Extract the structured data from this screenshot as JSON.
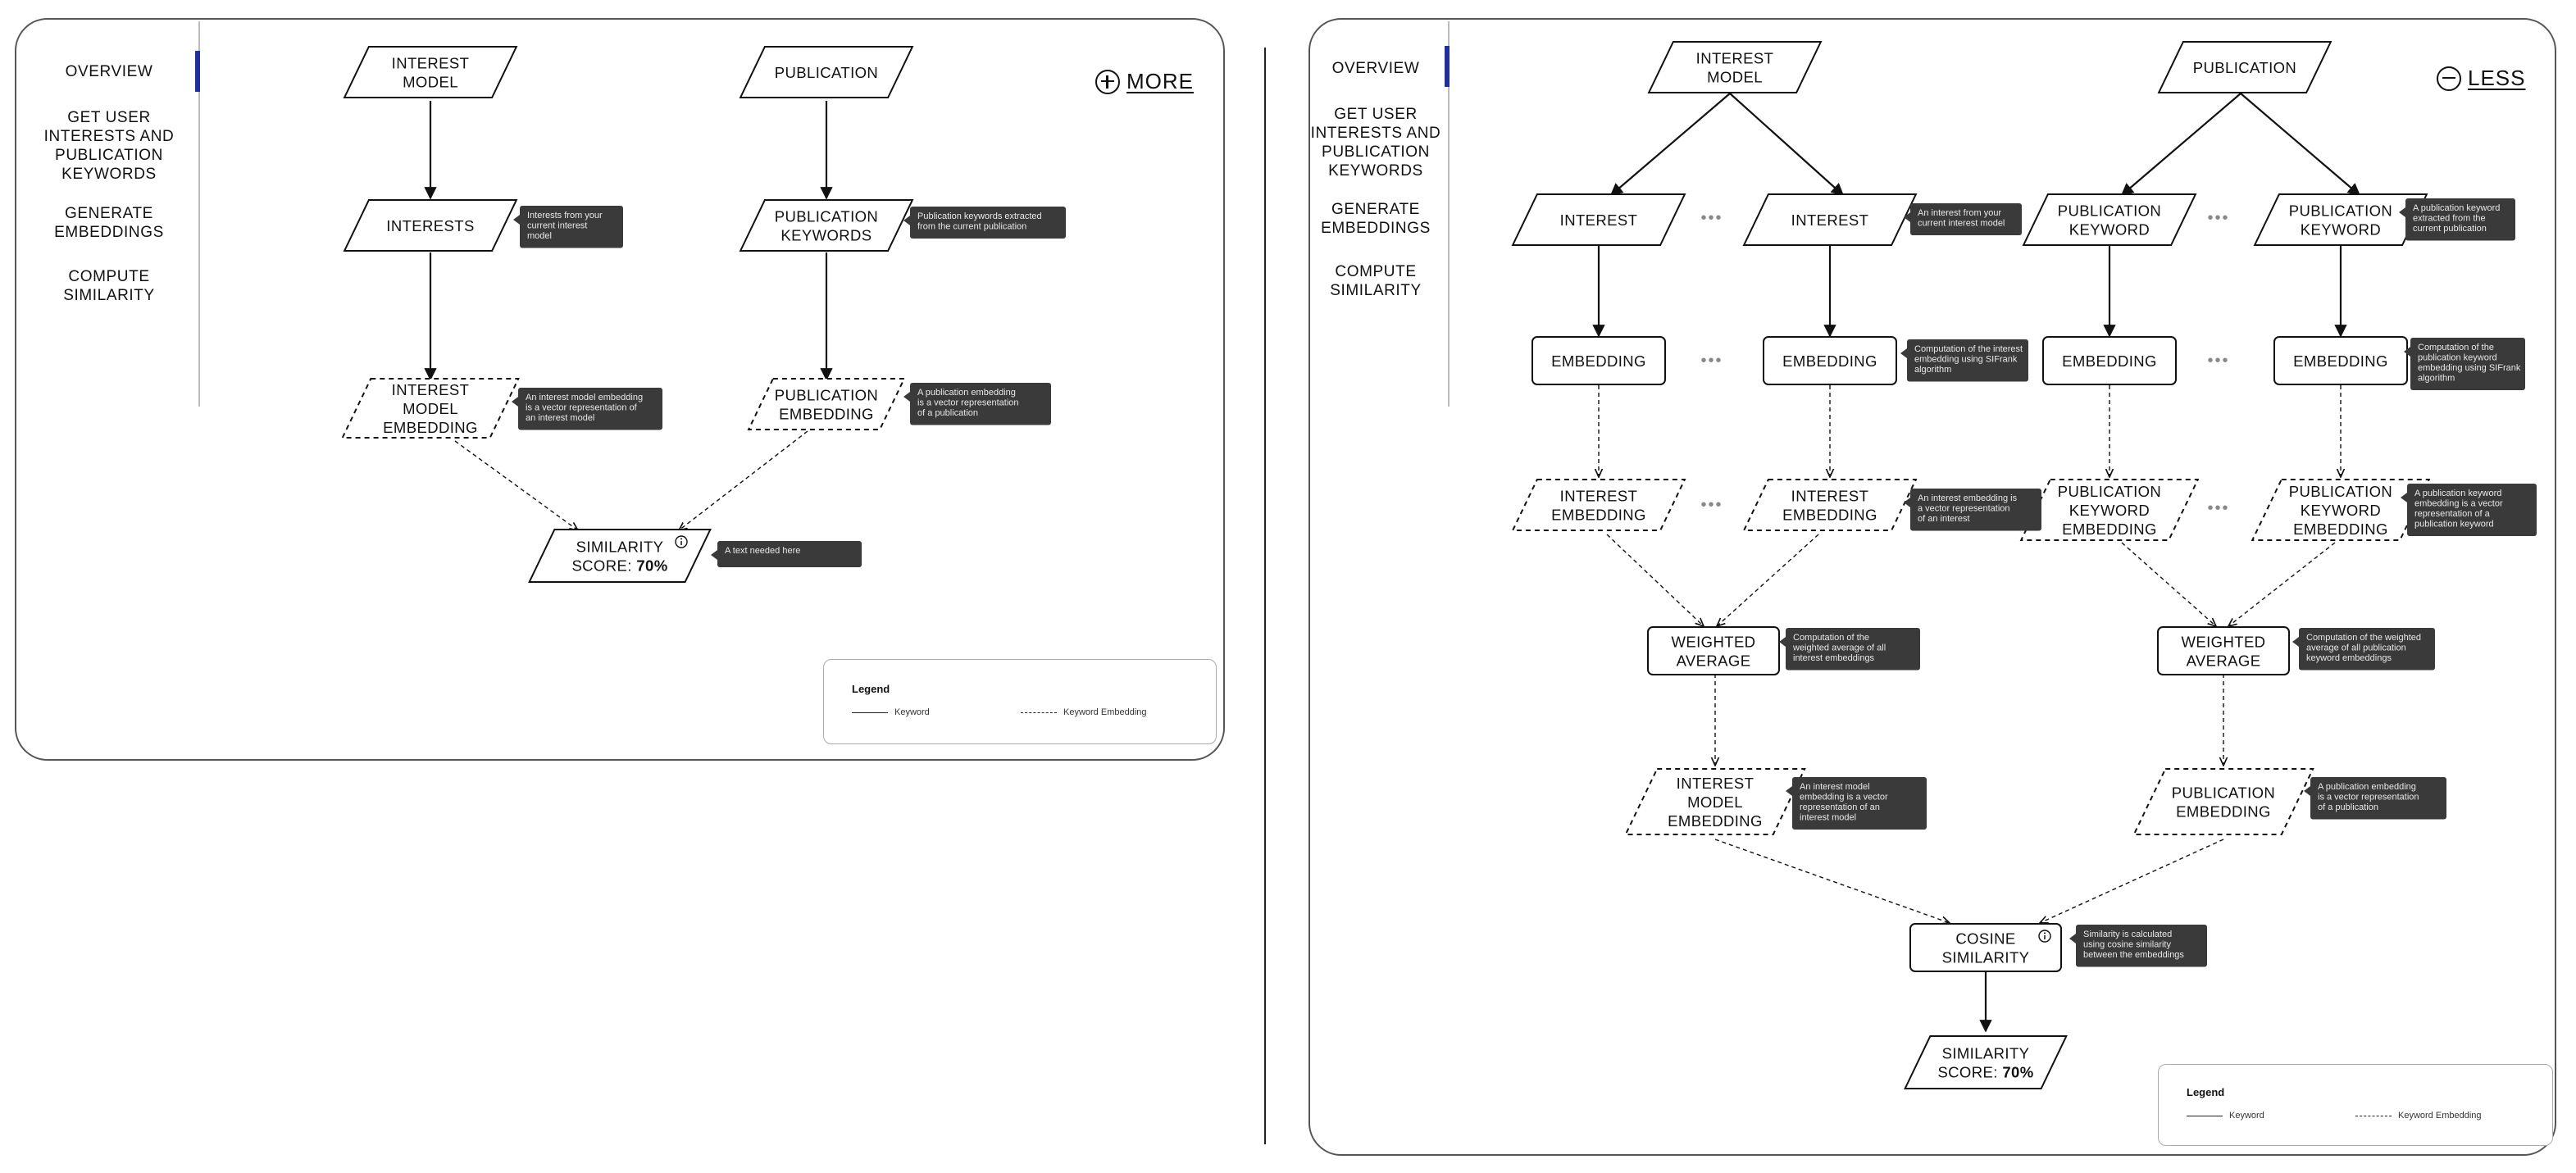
{
  "nav": {
    "items": [
      "OVERVIEW",
      "GET USER\nINTERESTS AND\nPUBLICATION\nKEYWORDS",
      "GENERATE\nEMBEDDINGS",
      "COMPUTE\nSIMILARITY"
    ],
    "active": "OVERVIEW"
  },
  "left_panel": {
    "toggle_label": "MORE",
    "toggle_icon": "plus-circle-icon",
    "nodes": {
      "interest_model": [
        "INTEREST",
        "MODEL"
      ],
      "publication": [
        "PUBLICATION"
      ],
      "interests": [
        "INTERESTS"
      ],
      "publication_keywords": [
        "PUBLICATION",
        "KEYWORDS"
      ],
      "interest_model_embedding": [
        "INTEREST",
        "MODEL",
        "EMBEDDING"
      ],
      "publication_embedding": [
        "PUBLICATION",
        "EMBEDDING"
      ],
      "similarity_score": [
        "SIMILARITY",
        "SCORE: ",
        "70%"
      ]
    },
    "tooltips": {
      "interests": [
        "Interests from your",
        "current interest",
        "model"
      ],
      "publication_keywords": [
        "Publication keywords extracted",
        "from the current publication"
      ],
      "interest_model_embedding": [
        "An interest model embedding",
        "is a vector representation of",
        "an interest model"
      ],
      "publication_embedding": [
        "A publication embedding",
        "is a vector representation",
        "of a publication"
      ],
      "similarity_score": [
        "A text needed here"
      ]
    }
  },
  "right_panel": {
    "toggle_label": "LESS",
    "toggle_icon": "minus-circle-icon",
    "nodes": {
      "interest_model": [
        "INTEREST",
        "MODEL"
      ],
      "publication": [
        "PUBLICATION"
      ],
      "interest": [
        "INTEREST"
      ],
      "publication_keyword": [
        "PUBLICATION",
        "KEYWORD"
      ],
      "embedding": [
        "EMBEDDING"
      ],
      "interest_embedding": [
        "INTEREST",
        "EMBEDDING"
      ],
      "publication_keyword_embedding": [
        "PUBLICATION",
        "KEYWORD",
        "EMBEDDING"
      ],
      "weighted_average": [
        "WEIGHTED",
        "AVERAGE"
      ],
      "interest_model_embedding": [
        "INTEREST",
        "MODEL",
        "EMBEDDING"
      ],
      "publication_embedding": [
        "PUBLICATION",
        "EMBEDDING"
      ],
      "cosine_similarity": [
        "COSINE",
        "SIMILARITY"
      ],
      "similarity_score": [
        "SIMILARITY",
        "SCORE: ",
        "70%"
      ]
    },
    "tooltips": {
      "interest": [
        "An interest from your",
        "current interest model"
      ],
      "publication_keyword": [
        "A publication keyword",
        "extracted from the",
        "current publication"
      ],
      "interest_embedding_computation": [
        "Computation of the interest",
        "embedding using SIFrank",
        "algorithm"
      ],
      "keyword_embedding_computation": [
        "Computation of the",
        "publication keyword",
        "embedding using SIFrank",
        "algorithm"
      ],
      "interest_embedding": [
        "An interest embedding is",
        "a vector representation",
        "of an interest"
      ],
      "publication_keyword_embedding": [
        "A publication keyword",
        "embedding is a vector",
        "representation of a",
        "publication keyword"
      ],
      "interest_weighted_average": [
        "Computation of  the",
        "weighted average of all",
        "interest embeddings"
      ],
      "publication_weighted_average": [
        "Computation of the weighted",
        "average of all publication",
        "keyword embeddings"
      ],
      "interest_model_embedding": [
        "An interest model",
        "embedding is a vector",
        "representation of an",
        "interest model"
      ],
      "publication_embedding": [
        "A publication embedding",
        "is a vector representation",
        "of a publication"
      ],
      "cosine_similarity": [
        "Similarity is calculated",
        "using cosine similarity",
        "between the embeddings"
      ]
    },
    "ellipsis": "•••"
  },
  "legend": {
    "title": "Legend",
    "solid_label": "Keyword",
    "dashed_label": "Keyword Embedding"
  },
  "icons": {
    "info": "info-icon",
    "toggle_more": "plus-circle-icon",
    "toggle_less": "minus-circle-icon"
  },
  "colors": {
    "nav_active": "#1f2f9f",
    "tooltip_bg": "#3a3a3a",
    "panel_border": "#555555"
  }
}
